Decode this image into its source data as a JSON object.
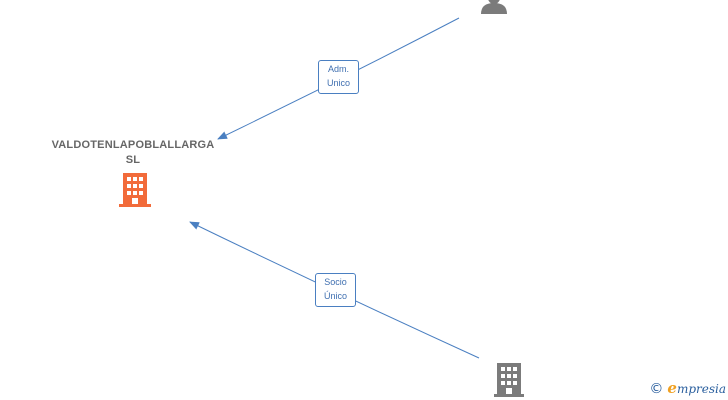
{
  "company": {
    "name_line1": "VALDOTENLAPOBLALLARGA",
    "name_line2": "SL"
  },
  "edges": [
    {
      "from": "person",
      "to": "company",
      "label_line1": "Adm.",
      "label_line2": "Unico"
    },
    {
      "from": "company-owner",
      "to": "company",
      "label_line1": "Socio",
      "label_line2": "Único"
    }
  ],
  "watermark": {
    "symbol": "©",
    "brand_initial": "e",
    "brand_rest": "mpresia"
  },
  "icons": {
    "person": "person-icon",
    "company": "building-icon",
    "owner": "building-icon"
  },
  "colors": {
    "edge": "#4a7fc1",
    "company_icon": "#f26b3a",
    "node_icon": "#7b7b7b",
    "text": "#666666"
  }
}
